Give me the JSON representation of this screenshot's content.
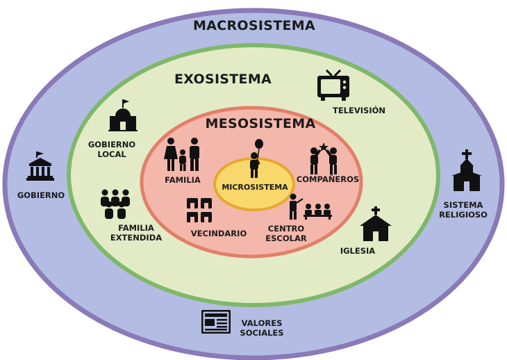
{
  "diagram": {
    "levels": [
      {
        "id": "macro",
        "label": "MACROSISTEMA",
        "fill": "#b3bde3",
        "stroke": "#8a7ab8"
      },
      {
        "id": "exo",
        "label": "EXOSISTEMA",
        "fill": "#e3eac6",
        "stroke": "#7fb86a"
      },
      {
        "id": "meso",
        "label": "MESOSISTEMA",
        "fill": "#f4b7ab",
        "stroke": "#e27f69"
      },
      {
        "id": "micro",
        "label": "MICROSISTEMA",
        "fill": "#f8d86a",
        "stroke": "#e6a830"
      }
    ],
    "items": {
      "gobierno": {
        "label": "GOBIERNO",
        "icon": "government-building-icon"
      },
      "sistema_religioso": {
        "line1": "SISTEMA",
        "line2": "RELIGIOSO",
        "icon": "church-icon"
      },
      "valores_sociales": {
        "line1": "VALORES",
        "line2": "SOCIALES",
        "icon": "newspaper-icon"
      },
      "gobierno_local": {
        "line1": "GOBIERNO",
        "line2": "LOCAL",
        "icon": "town-hall-icon"
      },
      "television": {
        "label": "TELEVISIÓN",
        "icon": "television-icon"
      },
      "familia_extendida": {
        "line1": "FAMILIA",
        "line2": "EXTENDIDA",
        "icon": "people-group-icon"
      },
      "iglesia": {
        "label": "IGLESIA",
        "icon": "chapel-icon"
      },
      "familia": {
        "label": "FAMILIA",
        "icon": "family-icon"
      },
      "companeros": {
        "label": "COMPAÑEROS",
        "icon": "friends-icon"
      },
      "vecindario": {
        "label": "VECINDARIO",
        "icon": "houses-icon"
      },
      "centro_escolar": {
        "line1": "CENTRO",
        "line2": "ESCOLAR",
        "icon": "classroom-icon"
      },
      "microsistema_child": {
        "icon": "child-balloon-icon"
      }
    }
  }
}
